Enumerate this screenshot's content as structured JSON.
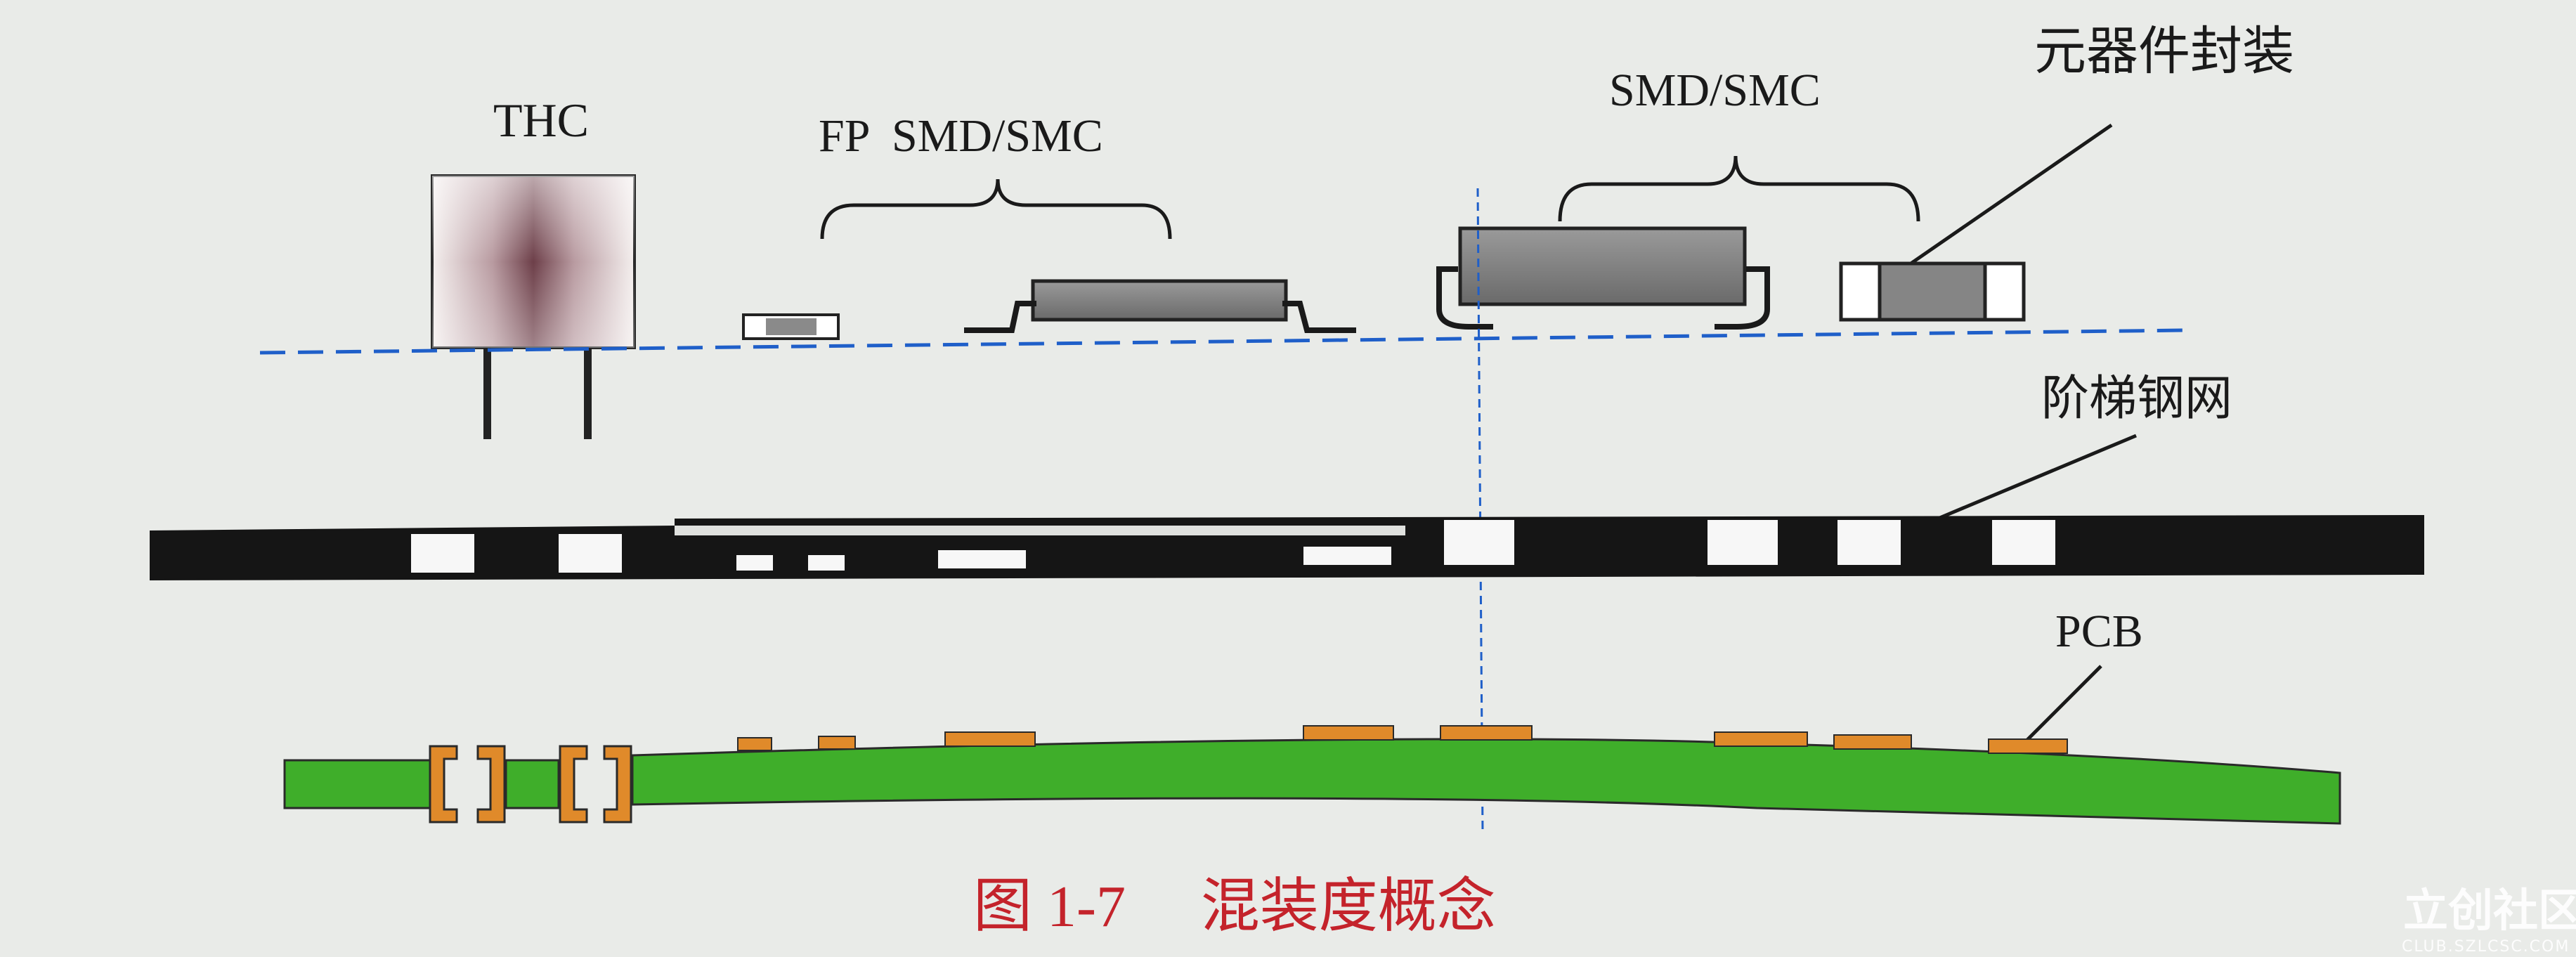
{
  "labels": {
    "thc": "THC",
    "fp_smd_smc": "FP  SMD/SMC",
    "smd_smc": "SMD/SMC",
    "component_package": "元器件封装",
    "step_stencil": "阶梯钢网",
    "pcb": "PCB"
  },
  "caption": {
    "number": "图 1-7",
    "title": "混装度概念"
  },
  "watermark": {
    "name": "立创社区",
    "url": "CLUB.SZLCSC.COM"
  },
  "colors": {
    "background": "#e9ebe8",
    "stencil": "#151515",
    "pcb_board": "#3fae2a",
    "pads": "#e08a2a",
    "guide_line": "#1f5fc9",
    "component_body": "#7d7d7d",
    "caption_red": "#c4232b"
  }
}
